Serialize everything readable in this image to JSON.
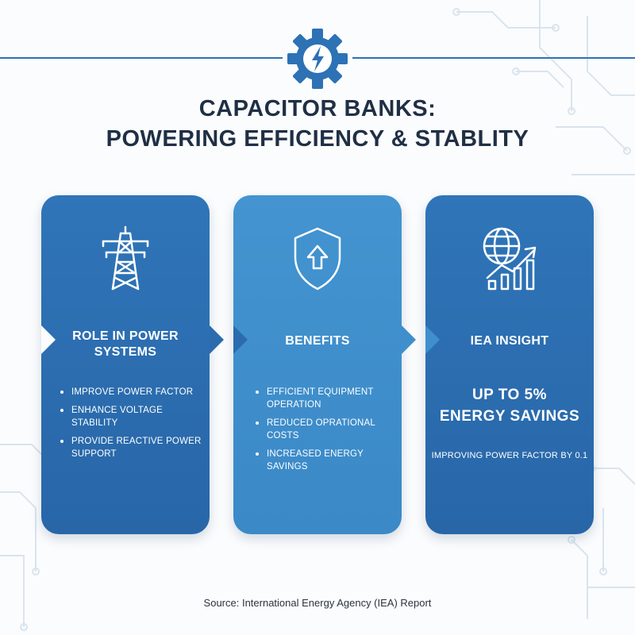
{
  "title": {
    "line1": "CAPACITOR BANKS:",
    "line2": "POWERING EFFICIENCY & STABLITY"
  },
  "header_icon": "gear-lightning-icon",
  "colors": {
    "accent": "#2c72b4",
    "card_dark": "#2b6cae",
    "card_light": "#3f8fcc",
    "title_text": "#1f2f45"
  },
  "cards": [
    {
      "icon": "transmission-tower-icon",
      "title": "ROLE IN POWER SYSTEMS",
      "bullets": [
        "IMPROVE POWER FACTOR",
        "ENHANCE VOLTAGE STABILITY",
        "PROVIDE REACTIVE POWER SUPPORT"
      ]
    },
    {
      "icon": "shield-arrow-icon",
      "title": "BENEFITS",
      "bullets": [
        "EFFICIENT EQUIPMENT OPERATION",
        "REDUCED OPRATIONAL COSTS",
        "INCREASED ENERGY SAVINGS"
      ]
    },
    {
      "icon": "globe-growth-chart-icon",
      "title": "IEA INSIGHT",
      "stat_line1": "UP TO 5%",
      "stat_line2": "ENERGY SAVINGS",
      "caption": "IMPROVING POWER FACTOR BY 0.1"
    }
  ],
  "source": "Source: International Energy Agency (IEA) Report"
}
